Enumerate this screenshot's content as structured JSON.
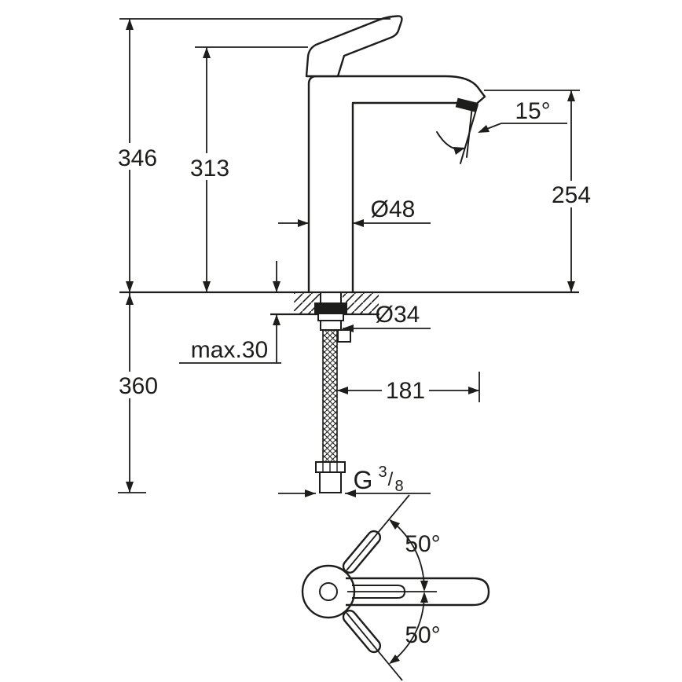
{
  "title": "Faucet technical dimension drawing",
  "colors": {
    "ink": "#1d1d1b",
    "background": "#ffffff"
  },
  "dims": {
    "total_height": "346",
    "upper_height": "313",
    "spout_angle": "15°",
    "outlet_height": "254",
    "body_diameter": "Ø48",
    "hole_diameter": "Ø34",
    "max_deck_thickness": "max.30",
    "hose_length": "360",
    "spout_projection": "181",
    "thread_prefix": "G",
    "thread_numerator": "3",
    "thread_slash": "/",
    "thread_denominator": "8",
    "handle_swing_upper": "50°",
    "handle_swing_lower": "50°"
  }
}
